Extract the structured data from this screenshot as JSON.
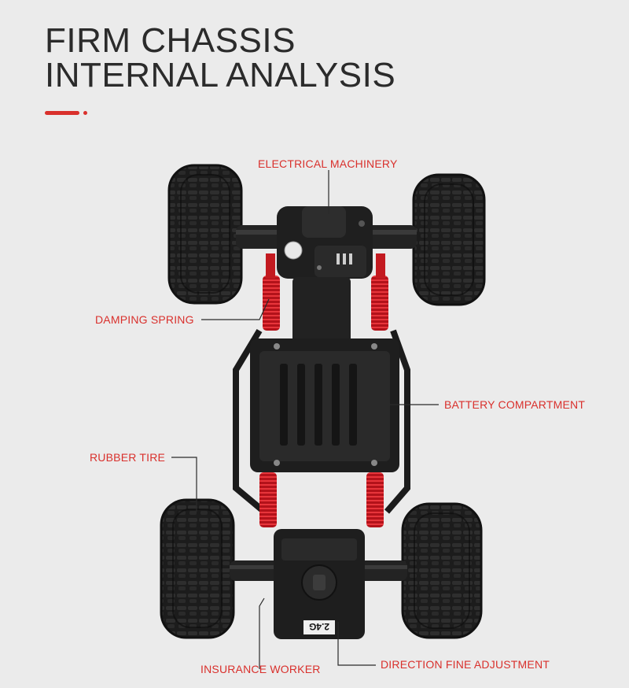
{
  "heading": {
    "line1": "FIRM CHASSIS",
    "line2": "INTERNAL ANALYSIS"
  },
  "accent_color": "#d9302c",
  "callouts": {
    "electrical_machinery": "ELECTRICAL MACHINERY",
    "damping_spring": "DAMPING SPRING",
    "battery_compartment": "BATTERY COMPARTMENT",
    "rubber_tire": "RUBBER TIRE",
    "insurance_worker": "INSURANCE WORKER",
    "direction_fine_adjustment": "DIRECTION FINE ADJUSTMENT"
  },
  "product_markings": {
    "frequency_label": "2.4G"
  }
}
